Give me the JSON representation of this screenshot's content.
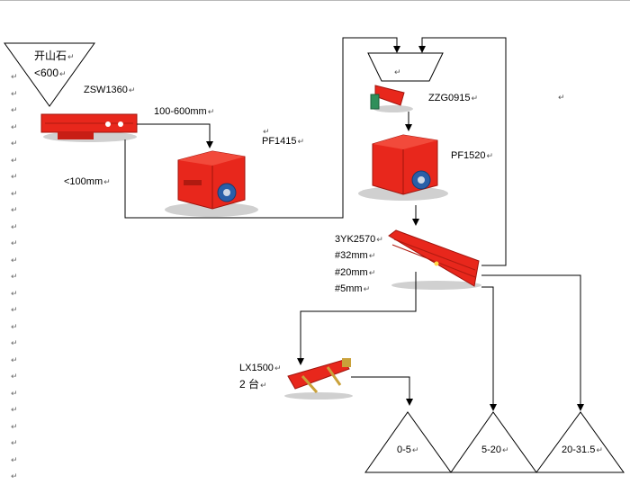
{
  "margin_mark": "↵",
  "margin_mark_count": 25,
  "feed": {
    "name": "开山石",
    "size": "<600"
  },
  "equipment": {
    "feeder": "ZSW1360",
    "primary_crusher": "PF1415",
    "secondary_feeder": "ZZG0915",
    "secondary_crusher": "PF1520",
    "screen": "3YK2570",
    "washer": "LX1500",
    "washer_qty": "2 台"
  },
  "flow_labels": {
    "feeder_oversize": "100-600mm",
    "feeder_undersize": "<100mm"
  },
  "screen_decks": [
    "#32mm",
    "#20mm",
    "#5mm"
  ],
  "products": [
    "0-5",
    "5-20",
    "20-31.5"
  ],
  "colors": {
    "equipment_red": "#e8271c",
    "line": "#000000",
    "shadow": "#d0d0d0",
    "motor_blue": "#2a5fa8"
  }
}
